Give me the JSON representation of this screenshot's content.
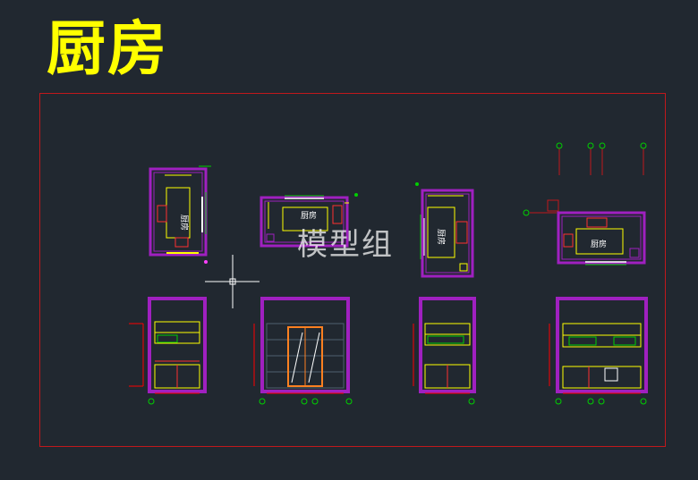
{
  "header": {
    "title": "厨房"
  },
  "watermark": "模型组",
  "plans": [
    {
      "label": "厨房"
    },
    {
      "label": "厨房"
    },
    {
      "label": "厨房"
    },
    {
      "label": "厨房"
    }
  ],
  "colors": {
    "background": "#212830",
    "title": "#ffff00",
    "frame": "#c0181c",
    "wall": "#a020c0",
    "fixture": "#ffff00",
    "dimension": "#ff0000",
    "window": "#00d000"
  }
}
